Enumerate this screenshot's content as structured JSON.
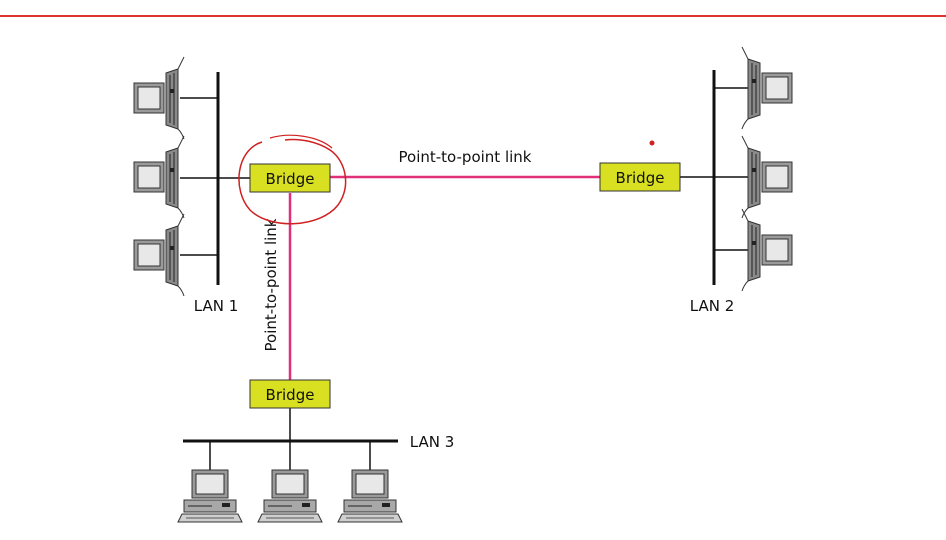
{
  "diagram": {
    "bridges": [
      {
        "id": "b1",
        "label": "Bridge"
      },
      {
        "id": "b2",
        "label": "Bridge"
      },
      {
        "id": "b3",
        "label": "Bridge"
      }
    ],
    "lans": [
      {
        "id": "lan1",
        "label": "LAN 1"
      },
      {
        "id": "lan2",
        "label": "LAN 2"
      },
      {
        "id": "lan3",
        "label": "LAN 3"
      }
    ],
    "links": [
      {
        "id": "link-horizontal",
        "label": "Point-to-point link"
      },
      {
        "id": "link-vertical",
        "label": "Point-to-point link"
      }
    ],
    "colors": {
      "bridge_fill": "#d9e021",
      "link": "#e0307a",
      "annotation": "#d02020",
      "header_rule": "#e03030"
    }
  }
}
